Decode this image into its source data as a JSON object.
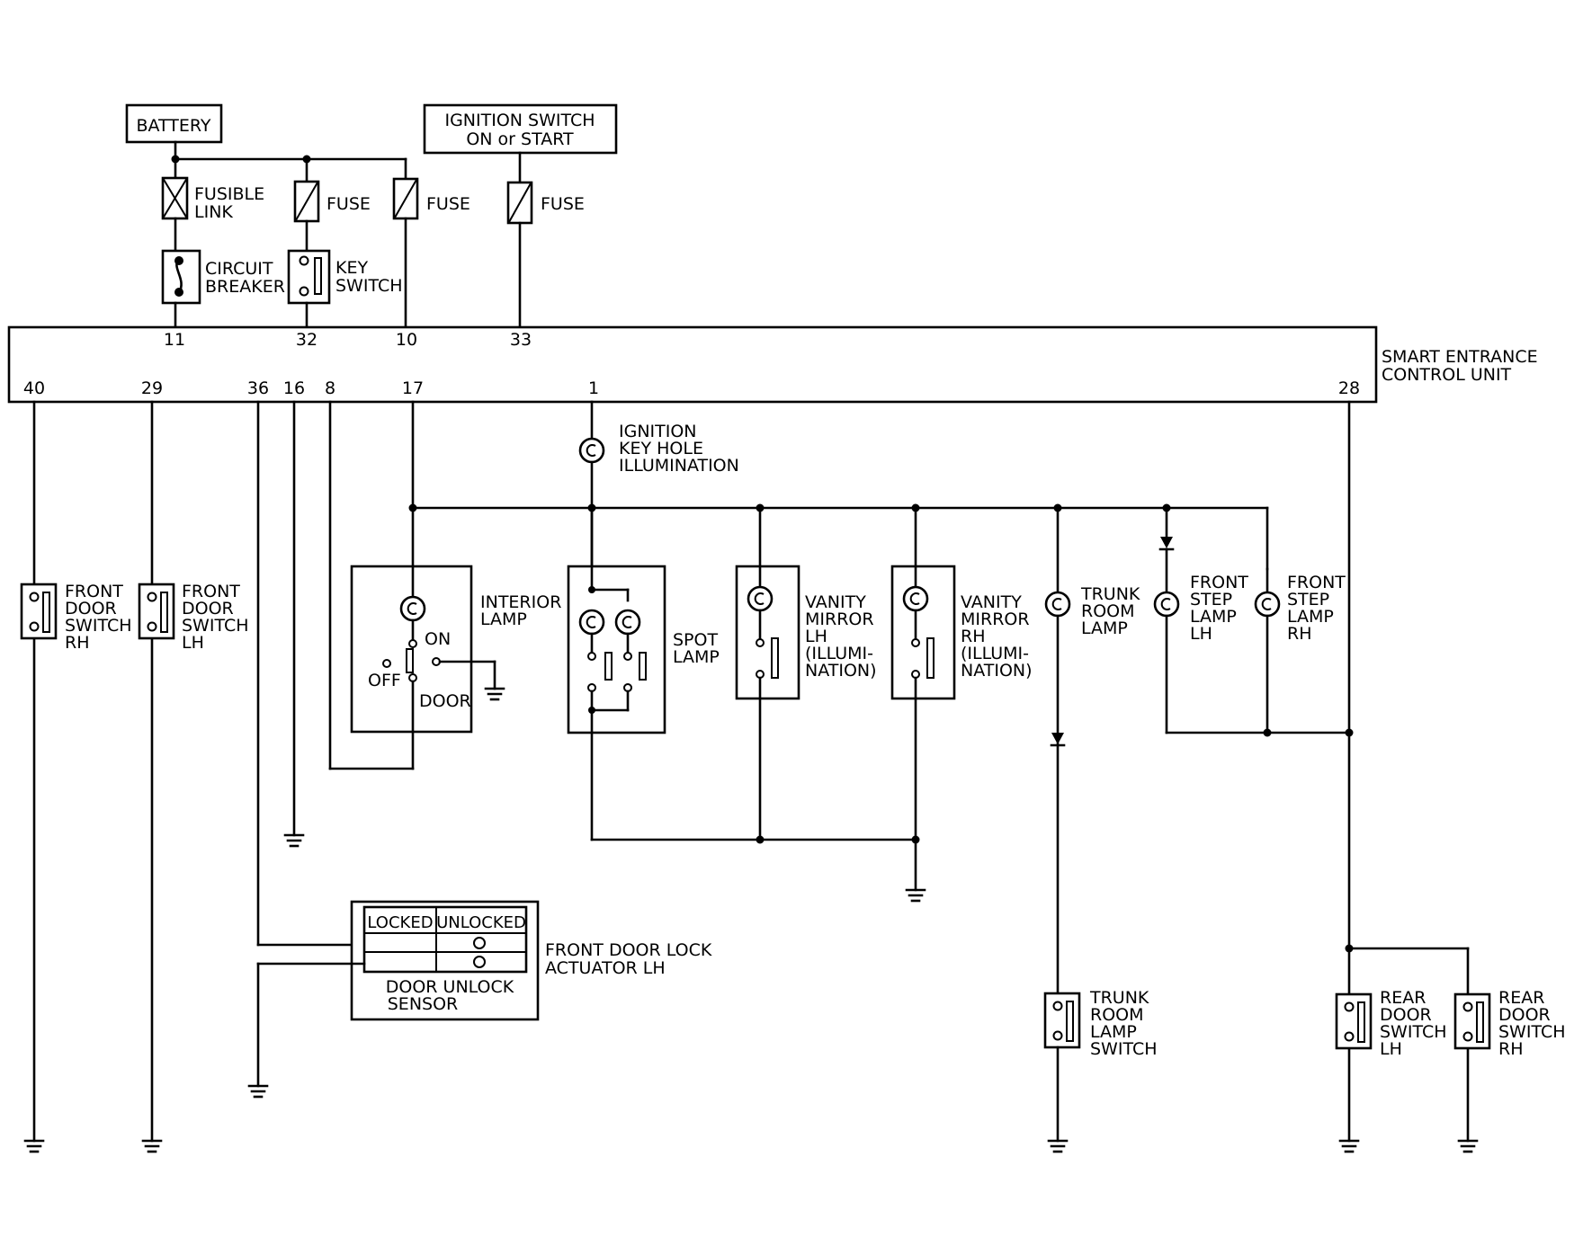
{
  "supplies": {
    "battery": "BATTERY",
    "ignition_line1": "IGNITION SWITCH",
    "ignition_line2": "ON or START"
  },
  "labels": {
    "fusible_link": [
      "FUSIBLE",
      "LINK"
    ],
    "fuse": "FUSE",
    "circuit_breaker": [
      "CIRCUIT",
      "BREAKER"
    ],
    "key_switch": [
      "KEY",
      "SWITCH"
    ],
    "control_unit": [
      "SMART ENTRANCE",
      "CONTROL UNIT"
    ],
    "ignition_key_hole": [
      "IGNITION",
      "KEY HOLE",
      "ILLUMINATION"
    ],
    "front_door_switch_rh": [
      "FRONT",
      "DOOR",
      "SWITCH",
      "RH"
    ],
    "front_door_switch_lh": [
      "FRONT",
      "DOOR",
      "SWITCH",
      "LH"
    ],
    "interior_lamp": [
      "INTERIOR",
      "LAMP"
    ],
    "interior_on": "ON",
    "interior_off": "OFF",
    "interior_door": "DOOR",
    "spot_lamp": [
      "SPOT",
      "LAMP"
    ],
    "vanity_mirror_lh": [
      "VANITY",
      "MIRROR",
      "LH",
      "(ILLUMI-",
      "NATION)"
    ],
    "vanity_mirror_rh": [
      "VANITY",
      "MIRROR",
      "RH",
      "(ILLUMI-",
      "NATION)"
    ],
    "trunk_room_lamp": [
      "TRUNK",
      "ROOM",
      "LAMP"
    ],
    "front_step_lamp_lh": [
      "FRONT",
      "STEP",
      "LAMP",
      "LH"
    ],
    "front_step_lamp_rh": [
      "FRONT",
      "STEP",
      "LAMP",
      "RH"
    ],
    "door_lock_locked": "LOCKED",
    "door_lock_unlocked": "UNLOCKED",
    "door_unlock_sensor": [
      "DOOR UNLOCK",
      "SENSOR"
    ],
    "front_door_lock_actuator": [
      "FRONT DOOR LOCK",
      "ACTUATOR LH"
    ],
    "trunk_room_lamp_switch": [
      "TRUNK",
      "ROOM",
      "LAMP",
      "SWITCH"
    ],
    "rear_door_switch_lh": [
      "REAR",
      "DOOR",
      "SWITCH",
      "LH"
    ],
    "rear_door_switch_rh": [
      "REAR",
      "DOOR",
      "SWITCH",
      "RH"
    ]
  },
  "pins": {
    "top": [
      "11",
      "32",
      "10",
      "33"
    ],
    "bottom": [
      "40",
      "29",
      "36",
      "16",
      "8",
      "17",
      "1",
      "28"
    ]
  }
}
